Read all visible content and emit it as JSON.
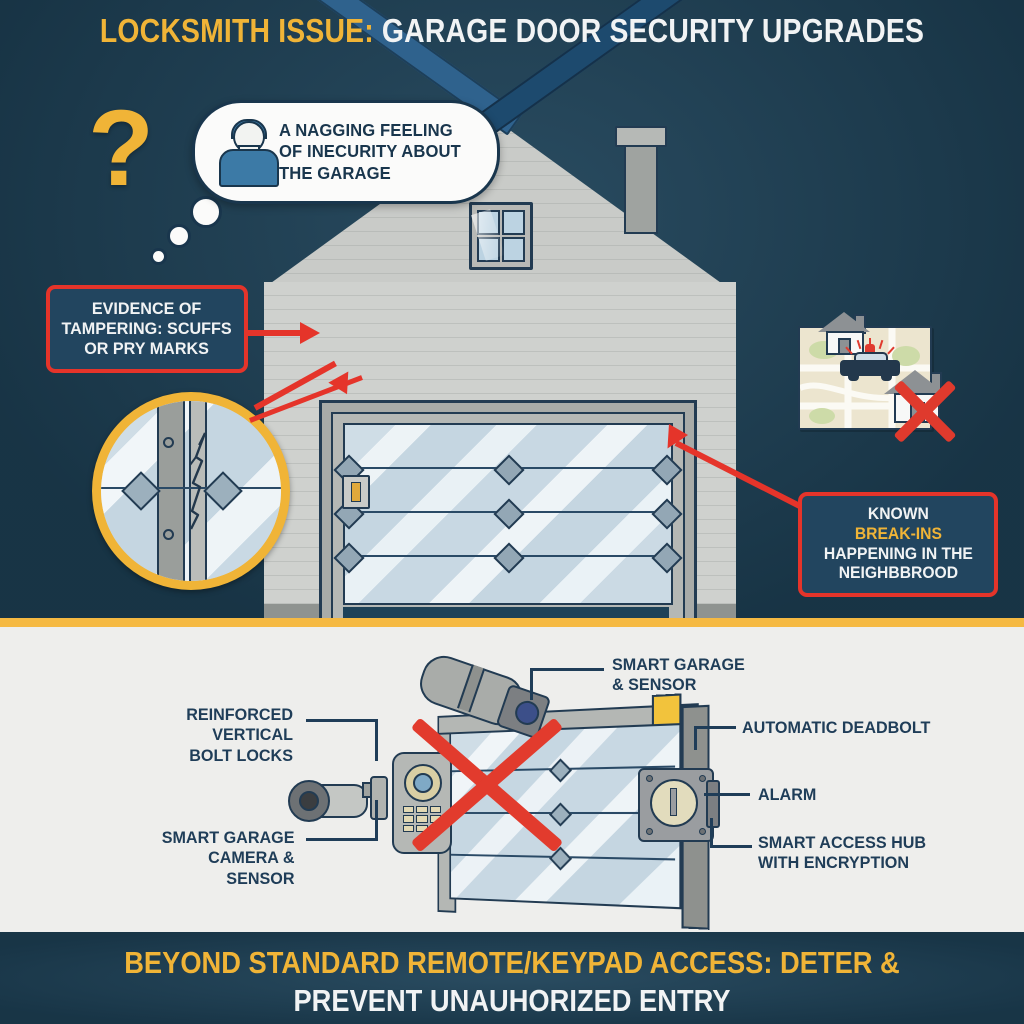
{
  "header": {
    "title_accent": "LOCKSMITH ISSUE:",
    "title_main": "GARAGE DOOR SECURITY UPGRADES"
  },
  "footer": {
    "line1": "BEYOND STANDARD REMOTE/KEYPAD ACCESS: DETER &",
    "line2": "PREVENT UNAUHORIZED ENTRY"
  },
  "top_scene": {
    "question_mark": "?",
    "speech_bubble": {
      "line1": "A NAGGING FEELING",
      "line2": "OF INECURITY ABOUT",
      "line3": "THE GARAGE"
    },
    "callout_left": {
      "line1": "EVIDENCE OF",
      "line2": "TAMPERING: SCUFFS",
      "line3": "OR PRY MARKS"
    },
    "callout_right": {
      "line1": "KNOWN",
      "line2_accent": "BREAK-INS",
      "line3": "HAPPENING IN THE",
      "line4": "NEIGHBBROOD"
    }
  },
  "bottom_scene": {
    "labels_left": [
      {
        "line1": "REINFORCED VERTICAL",
        "line2": "BOLT LOCKS"
      },
      {
        "line1": "SMART GARAGE",
        "line2": "CAMERA & SENSOR"
      }
    ],
    "labels_right": [
      {
        "line1": "SMART GARAGE",
        "line2": "& SENSOR"
      },
      {
        "line1": "AUTOMATIC DEADBOLT",
        "line2": ""
      },
      {
        "line1": "ALARM",
        "line2": ""
      },
      {
        "line1": "SMART ACCESS HUB",
        "line2": "WITH ENCRYPTION"
      }
    ]
  },
  "colors": {
    "navy": "#1e4258",
    "gold": "#f0b437",
    "red": "#e5342a",
    "light_panel": "#eeeeec",
    "label_text": "#1f3d58"
  }
}
